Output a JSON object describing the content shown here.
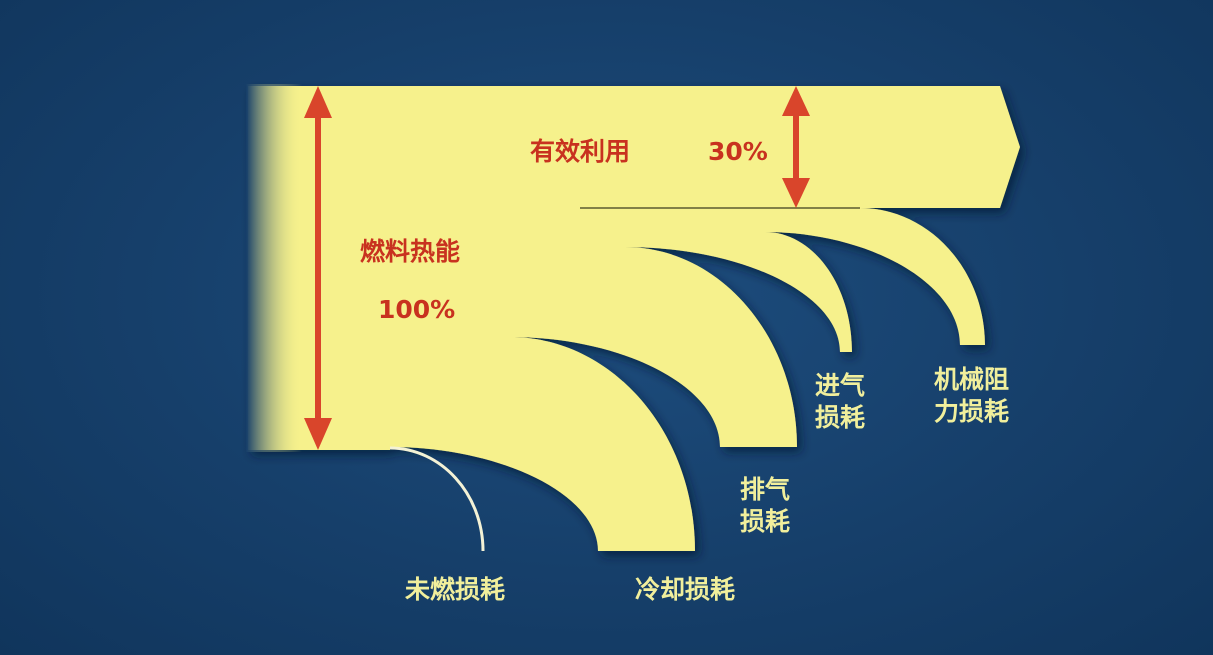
{
  "colors": {
    "flow": "#f6f18c",
    "arrow": "#d9452b",
    "label_in": "#c8321f",
    "label_out": "#f1ef9c",
    "background": "#163f6a"
  },
  "input": {
    "label": "燃料热能",
    "value": "100%"
  },
  "output": {
    "label": "有效利用",
    "value": "30%"
  },
  "losses": [
    {
      "line1": "未燃损耗",
      "line2": ""
    },
    {
      "line1": "冷却损耗",
      "line2": ""
    },
    {
      "line1": "排气",
      "line2": "损耗"
    },
    {
      "line1": "进气",
      "line2": "损耗"
    },
    {
      "line1": "机械阻",
      "line2": "力损耗"
    }
  ]
}
